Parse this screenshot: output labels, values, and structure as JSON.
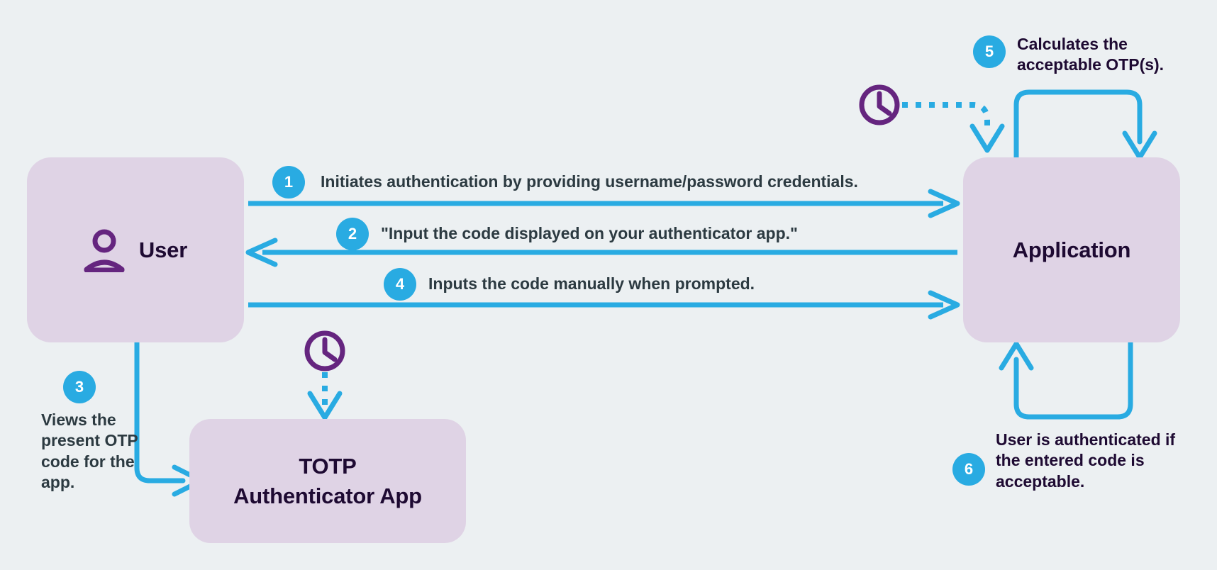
{
  "diagram": {
    "title": "TOTP authentication flow",
    "background_color": "#ECF0F2",
    "node_fill_color": "#DFD3E5",
    "accent_color": "#29ABE2",
    "icon_color": "#65257F",
    "heading_text_color": "#1E0A32",
    "body_text_color": "#2C3A41"
  },
  "nodes": {
    "user": {
      "label": "User",
      "icon": "person-icon"
    },
    "application": {
      "label": "Application"
    },
    "totp": {
      "label": "TOTP\nAuthenticator App",
      "line1": "TOTP",
      "line2": "Authenticator App"
    }
  },
  "icons": {
    "clock_totp": "clock-icon",
    "clock_application": "clock-icon"
  },
  "steps": [
    {
      "number": "1",
      "text": "Initiates authentication by providing username/password credentials.",
      "from": "User",
      "to": "Application",
      "direction": "right"
    },
    {
      "number": "2",
      "text": "\"Input the code displayed on your authenticator app.\"",
      "from": "Application",
      "to": "User",
      "direction": "left"
    },
    {
      "number": "3",
      "text": "Views the present OTP code for the app.",
      "from": "User",
      "to": "TOTP Authenticator App",
      "direction": "down-right"
    },
    {
      "number": "4",
      "text": "Inputs the code manually when prompted.",
      "from": "User",
      "to": "Application",
      "direction": "right"
    },
    {
      "number": "5",
      "text": "Calculates the acceptable OTP(s).",
      "from": "Application",
      "to": "Application",
      "direction": "self-loop-top"
    },
    {
      "number": "6",
      "text": "User is authenticated if the entered code is acceptable.",
      "from": "Application",
      "to": "Application",
      "direction": "self-loop-bottom"
    }
  ]
}
